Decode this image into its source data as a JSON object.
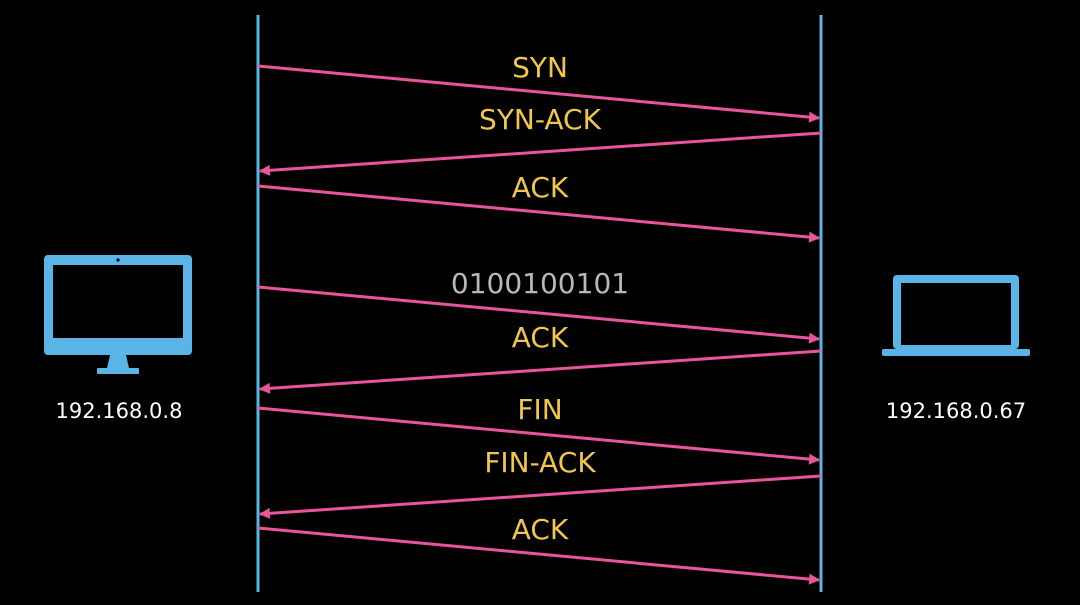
{
  "colors": {
    "background": "#000000",
    "lifeline": "#5ab4e6",
    "arrow": "#e8559a",
    "label_text": "#f2c64a",
    "data_text": "#b8b8b8",
    "host_text": "#ffffff",
    "device": "#5ab4e6"
  },
  "hosts": {
    "left": {
      "icon": "desktop-monitor-icon",
      "address": "192.168.0.8"
    },
    "right": {
      "icon": "laptop-icon",
      "address": "192.168.0.67"
    }
  },
  "messages": [
    {
      "label": "SYN",
      "direction": "left-to-right",
      "kind": "control"
    },
    {
      "label": "SYN-ACK",
      "direction": "right-to-left",
      "kind": "control"
    },
    {
      "label": "ACK",
      "direction": "left-to-right",
      "kind": "control"
    },
    {
      "label": "0100100101",
      "direction": "left-to-right",
      "kind": "data"
    },
    {
      "label": "ACK",
      "direction": "right-to-left",
      "kind": "control"
    },
    {
      "label": "FIN",
      "direction": "left-to-right",
      "kind": "control"
    },
    {
      "label": "FIN-ACK",
      "direction": "right-to-left",
      "kind": "control"
    },
    {
      "label": "ACK",
      "direction": "left-to-right",
      "kind": "control"
    }
  ]
}
